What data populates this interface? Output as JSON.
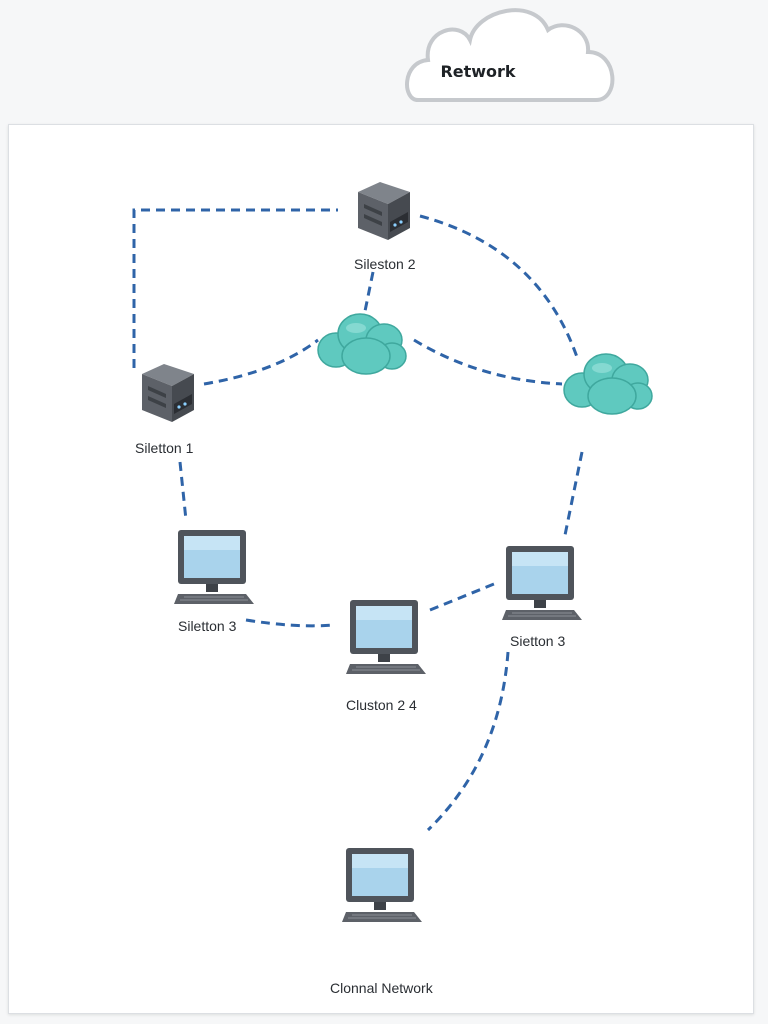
{
  "header": {
    "title": "Retwork"
  },
  "nodes": {
    "server_top": {
      "label": "Sileston 2"
    },
    "server_left": {
      "label": "Siletton 1"
    },
    "workstation_left": {
      "label": "Siletton 3"
    },
    "workstation_center": {
      "label": "Cluston 2 4"
    },
    "workstation_right": {
      "label": "Sietton 3"
    },
    "workstation_bottom": {
      "label": "Clonnal Network"
    }
  },
  "colors": {
    "link": "#2f64a8",
    "cloud": "#5fc9bf",
    "server": "#5d6168",
    "monitor_frame": "#4f545b",
    "screen": "#a9d3ec"
  }
}
